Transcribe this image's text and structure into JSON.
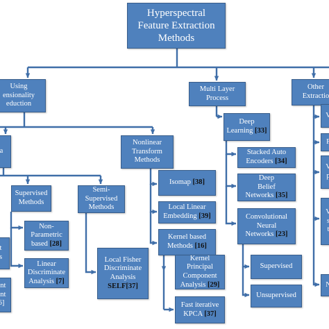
{
  "colors": {
    "box_fill": "#4f81bd",
    "box_border": "#385d8a",
    "box_text": "#ffffff",
    "reference_text": "#111111",
    "connector": "#3f6ea8"
  },
  "nodes": {
    "root": {
      "lines": [
        "Hyperspectral",
        "Feature Extraction",
        "Methods"
      ]
    },
    "dim_reduction": {
      "lines": [
        "Using",
        "ensionality",
        "eduction"
      ]
    },
    "multi_layer": {
      "lines": [
        "Multi Layer",
        "Process"
      ]
    },
    "other_extraction": {
      "lines": [
        "Other",
        "Extractio"
      ]
    },
    "left_partial_top": {
      "lines": [
        "a"
      ]
    },
    "nonlinear_transform": {
      "lines": [
        "Nonlinear",
        "Transform",
        "Methods"
      ]
    },
    "deep_learning": {
      "lines": [
        "Deep",
        "Learning"
      ],
      "ref": "[33]"
    },
    "supervised_methods": {
      "lines": [
        "Supervised",
        "Methods"
      ]
    },
    "semi_supervised": {
      "lines": [
        "Semi-",
        "Supervised",
        "Methods"
      ]
    },
    "isomap": {
      "lines": [
        "Isomap"
      ],
      "ref": "[38]"
    },
    "stacked_auto_encoders": {
      "lines": [
        "Stacked Auto",
        "Encoders"
      ],
      "ref": "[34]"
    },
    "local_linear_embedding": {
      "lines": [
        "Local Linear",
        "Embedding"
      ],
      "ref": "[39]"
    },
    "deep_belief_networks": {
      "lines": [
        "Deep",
        "Belief",
        "Networks"
      ],
      "ref": "[35]"
    },
    "non_parametric": {
      "lines": [
        "Non-",
        "Parametric",
        "based"
      ],
      "ref": "[28]"
    },
    "kernel_based": {
      "lines": [
        "Kernel based",
        "Methods"
      ],
      "ref": "[16]"
    },
    "cnn": {
      "lines": [
        "Convolutional",
        "Neural",
        "Networks"
      ],
      "ref": "[23]"
    },
    "local_fisher": {
      "lines": [
        "Local Fisher",
        "Discriminate",
        "Analysis"
      ],
      "ref_line": "SELF[37]"
    },
    "linear_discriminate": {
      "lines": [
        "Linear",
        "Discriminate",
        "Analysis"
      ],
      "ref": "[7]"
    },
    "kernel_pca": {
      "lines": [
        "Kernel",
        "Principal",
        "Component",
        "Analysis"
      ],
      "ref": "[29]"
    },
    "cnn_supervised": {
      "lines": [
        "Supervised"
      ]
    },
    "cnn_unsupervised": {
      "lines": [
        "Unsupervised"
      ]
    },
    "fast_iterative_kpca": {
      "lines": [
        "Fast iterative",
        "KPCA"
      ],
      "ref": "[37]"
    },
    "left_partial_a": {
      "lines": [
        "t",
        "s"
      ]
    },
    "left_partial_b": {
      "lines": [
        "ent",
        "ent",
        "6]"
      ]
    },
    "right_partial_1": {
      "lines": [
        "V"
      ]
    },
    "right_partial_2": {
      "lines": [
        "F"
      ]
    },
    "right_partial_3": {
      "lines": [
        "V",
        "p"
      ]
    },
    "right_partial_4": {
      "lines": [
        "V",
        "s",
        "t"
      ]
    },
    "right_partial_5": {
      "lines": [
        "N"
      ]
    }
  }
}
